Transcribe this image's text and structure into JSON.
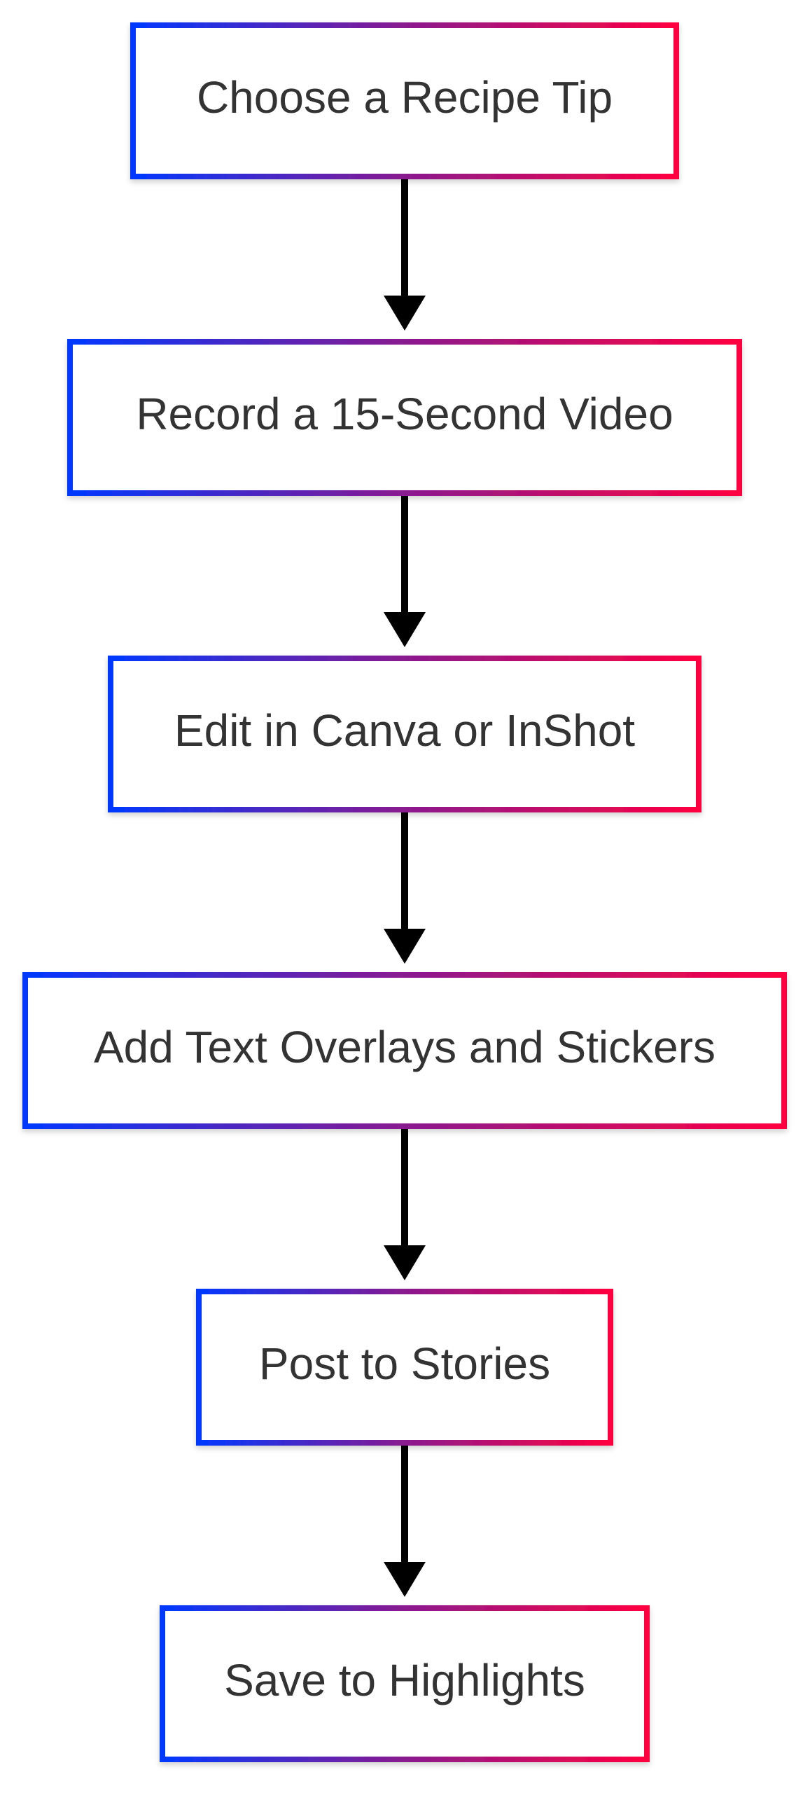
{
  "diagram": {
    "type": "flowchart",
    "direction": "top-to-bottom",
    "colors": {
      "border_start": "#0038FF",
      "border_end": "#FF0040",
      "text": "#333333",
      "arrow": "#000000",
      "background": "#FFFFFF"
    },
    "nodes": [
      {
        "label": "Choose a Recipe Tip"
      },
      {
        "label": "Record a 15-Second Video"
      },
      {
        "label": "Edit in Canva or InShot"
      },
      {
        "label": "Add Text Overlays and Stickers"
      },
      {
        "label": "Post to Stories"
      },
      {
        "label": "Save to Highlights"
      }
    ],
    "edges": [
      {
        "from": 0,
        "to": 1
      },
      {
        "from": 1,
        "to": 2
      },
      {
        "from": 2,
        "to": 3
      },
      {
        "from": 3,
        "to": 4
      },
      {
        "from": 4,
        "to": 5
      }
    ]
  }
}
